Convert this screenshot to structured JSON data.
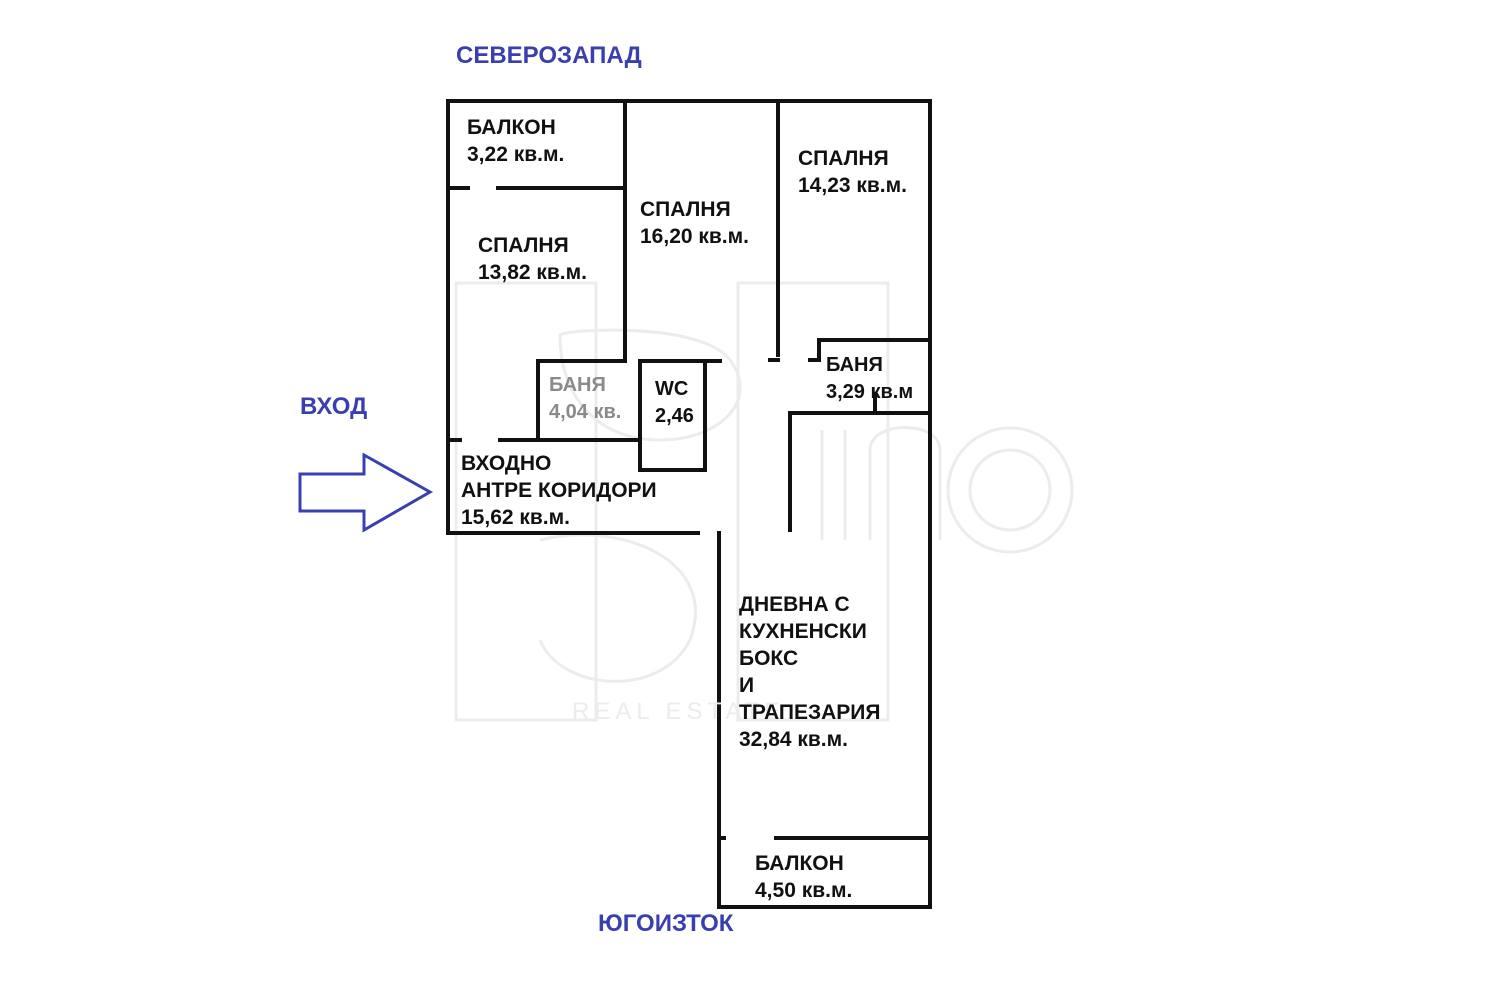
{
  "directions": {
    "north": "СЕВЕРОЗАПАД",
    "south": "ЮГОИЗТОК",
    "entrance": "ВХОД"
  },
  "rooms": {
    "balcony_nw": {
      "name": "БАЛКОН",
      "area": "3,22 кв.м."
    },
    "bedroom_1": {
      "name": "СПАЛНЯ",
      "area": "13,82 кв.м."
    },
    "bedroom_2": {
      "name": "СПАЛНЯ",
      "area": "16,20 кв.м."
    },
    "bedroom_3": {
      "name": "СПАЛНЯ",
      "area": "14,23 кв.м."
    },
    "bathroom_1": {
      "name": "БАНЯ",
      "area": "4,04 кв."
    },
    "wc": {
      "name": "WC",
      "area": "2,46"
    },
    "bathroom_2": {
      "name": "БАНЯ",
      "area": "3,29 кв.м"
    },
    "hallway": {
      "line1": "ВХОДНО",
      "line2": "АНТРЕ КОРИДОРИ",
      "area": "15,62 кв.м."
    },
    "living": {
      "line1": "ДНЕВНА С",
      "line2": "КУХНЕНСКИ",
      "line3": "БОКС",
      "line4": "И",
      "line5": "ТРАПЕЗАРИЯ",
      "area": "32,84 кв.м."
    },
    "balcony_se": {
      "name": "БАЛКОН",
      "area": "4,50 кв.м."
    }
  },
  "watermark": {
    "brand": "imo",
    "tagline": "REAL ESTATE"
  },
  "colors": {
    "wall": "#111111",
    "direction_text": "#3a3fb0",
    "arrow": "#3a3fb0",
    "watermark": "#ececec"
  }
}
